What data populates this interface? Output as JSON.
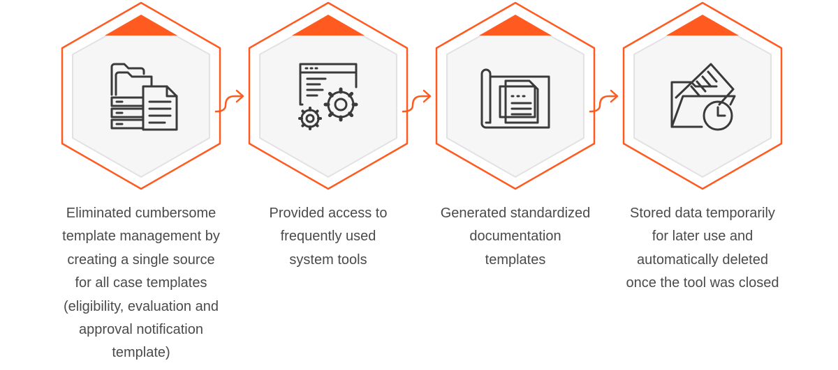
{
  "colors": {
    "accent": "#ff5a1f",
    "hexagon_fill": "#f6f6f6",
    "hexagon_inner_stroke": "#e2e2e2",
    "icon_stroke": "#3a3a3a",
    "text": "#4a4a4a"
  },
  "steps": [
    {
      "icon": "folder-documents-database-icon",
      "lines": [
        "Eliminated cumbersome",
        "template management by",
        "creating a single source",
        "for all case templates",
        "(eligibility, evaluation and",
        "approval notification",
        "template)"
      ]
    },
    {
      "icon": "browser-window-gears-icon",
      "lines": [
        "Provided access to",
        "frequently used",
        "system tools"
      ]
    },
    {
      "icon": "document-blueprint-icon",
      "lines": [
        "Generated standardized",
        "documentation",
        "templates"
      ]
    },
    {
      "icon": "folder-paper-clock-icon",
      "lines": [
        "Stored data temporarily",
        "for later use and",
        "automatically deleted",
        "once the tool was closed"
      ]
    }
  ],
  "connectors": [
    "arrow-right-icon",
    "arrow-right-icon",
    "arrow-right-icon"
  ]
}
